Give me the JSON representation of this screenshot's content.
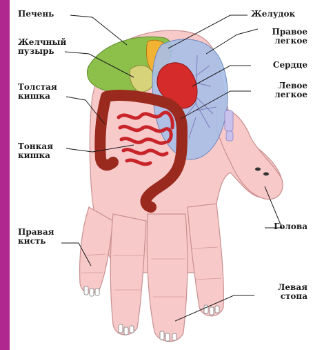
{
  "labels": {
    "liver": "Печень",
    "gallbladder": "Желчный\nпузырь",
    "large_intestine": "Толстая\nкишка",
    "small_intestine": "Тонкая\nкишка",
    "right_wrist": "Правая\nкисть",
    "stomach": "Желудок",
    "right_lung": "Правое\nлегкое",
    "heart": "Сердце",
    "left_lung": "Левое\nлегкое",
    "head": "Голова",
    "left_foot": "Левая\nстопа"
  },
  "colors": {
    "background": "#b0288f",
    "skin": "#f7c9c9",
    "liver": "#8cc04a",
    "lungs": "#a7bfe8",
    "heart": "#d62b2b",
    "intestine_large": "#9a2a1e",
    "intestine_small": "#c8242a",
    "stomach": "#f2b233"
  }
}
